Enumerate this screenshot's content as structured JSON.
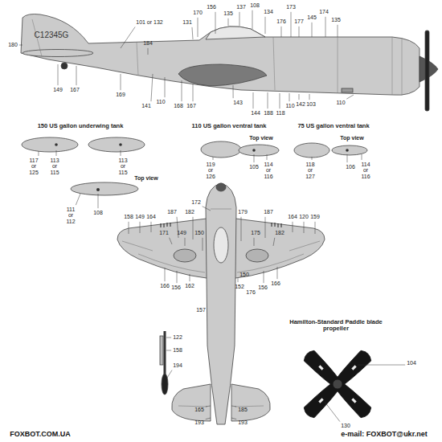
{
  "diagram": {
    "labels": [
      "101 or 132",
      "C12345G",
      "180",
      "184",
      "149",
      "167",
      "169",
      "170",
      "131",
      "156",
      "135",
      "137",
      "108",
      "134",
      "173",
      "176",
      "177",
      "145",
      "174",
      "135",
      "141",
      "110",
      "168",
      "167",
      "143",
      "144",
      "188",
      "118",
      "110",
      "142",
      "103",
      "110",
      "150 US gallon underwing tank",
      "117 or 125",
      "113 or 115",
      "113 or 115",
      "Top view",
      "111 or 112",
      "108",
      "110 US gallon ventral tank",
      "Top view",
      "119 or 126",
      "105",
      "114 or 116",
      "75 US gallon ventral tank",
      "Top view",
      "118 or 127",
      "106",
      "114 or 116",
      "172",
      "158",
      "149",
      "164",
      "187",
      "171",
      "149",
      "182",
      "150",
      "179",
      "175",
      "187",
      "182",
      "164",
      "120",
      "159",
      "166",
      "156",
      "162",
      "157",
      "152",
      "150",
      "176",
      "156",
      "166",
      "165",
      "193",
      "185",
      "193",
      "122",
      "158",
      "194",
      "Hamilton-Standard Paddle blade propeller",
      "104",
      "130",
      "FOXBOT.COM.UA",
      "e-mail: FOXBOT@ukr.net"
    ]
  }
}
